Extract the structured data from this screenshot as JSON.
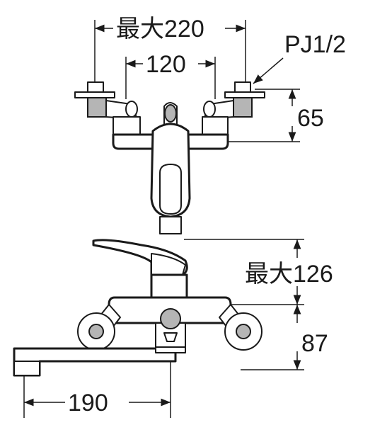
{
  "dimensions": {
    "top_max_width": "最大220",
    "top_inner_width": "120",
    "connection_label": "PJ1/2",
    "top_height": "65",
    "side_max_height": "最大126",
    "side_height": "87",
    "spout_reach": "190"
  }
}
